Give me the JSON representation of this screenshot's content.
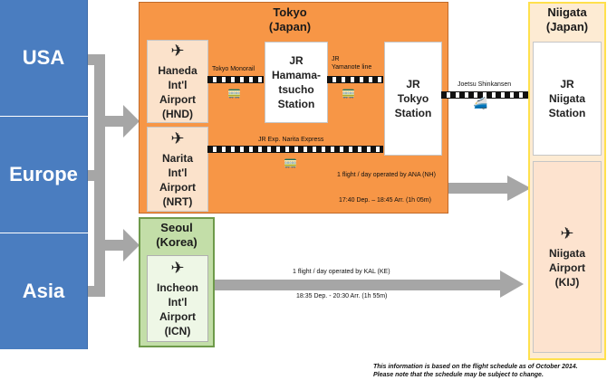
{
  "origins": [
    {
      "label": "USA"
    },
    {
      "label": "Europe"
    },
    {
      "label": "Asia"
    }
  ],
  "tokyo": {
    "title_line1": "Tokyo",
    "title_line2": "(Japan)",
    "haneda": [
      "Haneda",
      "Int'l",
      "Airport",
      "(HND)"
    ],
    "narita": [
      "Narita",
      "Int'l",
      "Airport",
      "(NRT)"
    ],
    "hamamatsucho": [
      "JR",
      "Hamama-",
      "tsucho",
      "Station"
    ],
    "tokyo_station": [
      "JR",
      "Tokyo",
      "Station"
    ],
    "monorail_label": "Tokyo Monorail",
    "yamanote_label_1": "JR",
    "yamanote_label_2": "Yamanote line",
    "narita_express_label": "JR Exp. Narita Express"
  },
  "seoul": {
    "title_line1": "Seoul",
    "title_line2": "(Korea)",
    "incheon": [
      "Incheon",
      "Int'l",
      "Airport",
      "(ICN)"
    ]
  },
  "niigata": {
    "title_line1": "Niigata",
    "title_line2": "(Japan)",
    "station": [
      "JR",
      "Niigata",
      "Station"
    ],
    "airport": [
      "Niigata",
      "Airport",
      "(KIJ)"
    ]
  },
  "shinkansen_label": "Joetsu Shinkansen",
  "flights": {
    "ana": {
      "info": "1 flight / day operated by ANA (NH)",
      "time": "17:40 Dep. – 18:45 Arr. (1h 05m)"
    },
    "kal": {
      "info": "1 flight / day operated by KAL (KE)",
      "time": "18:35 Dep. - 20:30 Arr. (1h 55m)"
    }
  },
  "footnote": {
    "line1": "This information is based on the flight schedule as of October 2014.",
    "line2": "Please note that the schedule may be subject to change."
  },
  "colors": {
    "origin_blue": "#4a7dc0",
    "tokyo_orange": "#f79646",
    "seoul_green": "#c3dea8",
    "niigata_cream": "#fdebd3",
    "arrow_gray": "#a6a6a6"
  },
  "icons": {
    "airport": "airplane-icon",
    "train": "train-icon",
    "shinkansen": "shinkansen-icon"
  }
}
